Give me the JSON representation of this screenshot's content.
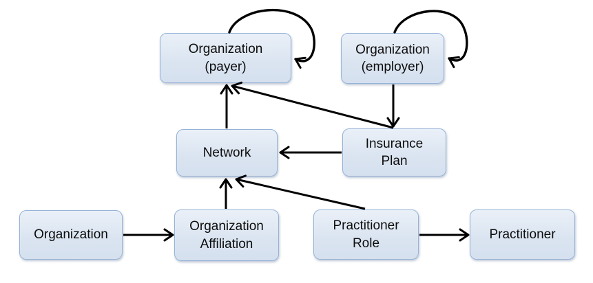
{
  "diagram": {
    "type": "entity-relationship-diagram",
    "background": "#ffffff",
    "colors": {
      "node_fill": "#dbe5f1",
      "node_border": "#95b3d7",
      "arrow": "#000000",
      "text": "#0d0d0d"
    },
    "edges": [
      {
        "from": "organization-payer",
        "to": "organization-payer",
        "kind": "self-loop"
      },
      {
        "from": "organization-employer",
        "to": "organization-employer",
        "kind": "self-loop"
      },
      {
        "from": "network",
        "to": "organization-payer",
        "kind": "arrow"
      },
      {
        "from": "insurance-plan",
        "to": "organization-payer",
        "kind": "arrow"
      },
      {
        "from": "organization-employer",
        "to": "insurance-plan",
        "kind": "arrow"
      },
      {
        "from": "insurance-plan",
        "to": "network",
        "kind": "arrow"
      },
      {
        "from": "organization-affiliation",
        "to": "network",
        "kind": "arrow"
      },
      {
        "from": "practitioner-role",
        "to": "network",
        "kind": "arrow"
      },
      {
        "from": "organization",
        "to": "organization-affiliation",
        "kind": "arrow"
      },
      {
        "from": "practitioner-role",
        "to": "practitioner",
        "kind": "arrow"
      }
    ]
  },
  "nodes": [
    {
      "id": "organization-payer",
      "line1": "Organization",
      "line2": "(payer)"
    },
    {
      "id": "organization-employer",
      "line1": "Organization",
      "line2": "(employer)"
    },
    {
      "id": "network",
      "line1": "Network",
      "line2": ""
    },
    {
      "id": "insurance-plan",
      "line1": "Insurance",
      "line2": "Plan"
    },
    {
      "id": "organization",
      "line1": "Organization",
      "line2": ""
    },
    {
      "id": "organization-affiliation",
      "line1": "Organization",
      "line2": "Affiliation"
    },
    {
      "id": "practitioner-role",
      "line1": "Practitioner",
      "line2": "Role"
    },
    {
      "id": "practitioner",
      "line1": "Practitioner",
      "line2": ""
    }
  ]
}
